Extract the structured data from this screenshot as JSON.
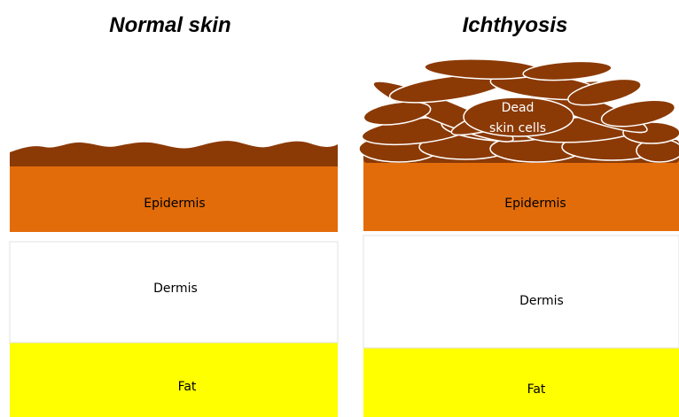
{
  "panels": [
    {
      "title": "Normal skin",
      "layers": {
        "epidermis": "Epidermis",
        "dermis": "Dermis",
        "fat": "Fat"
      }
    },
    {
      "title": "Ichthyosis",
      "scale_label": [
        "Dead",
        "skin cells"
      ],
      "layers": {
        "epidermis": "Epidermis",
        "dermis": "Dermis",
        "fat": "Fat"
      }
    }
  ],
  "colors": {
    "epidermis": "#E36C0A",
    "dead_cells": "#8B3A06",
    "dermis": "#FFFFFF",
    "fat": "#FFFF00",
    "layer_edge": "#E2E2E2"
  }
}
